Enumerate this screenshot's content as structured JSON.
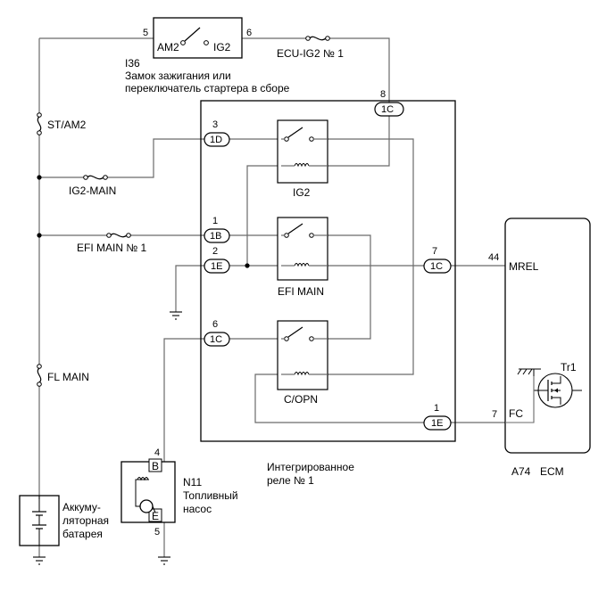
{
  "ignition_switch": {
    "ref": "I36",
    "name_line1": "Замок зажигания или",
    "name_line2": "переключатель стартера в сборе",
    "term_am2": "AM2",
    "term_ig2": "IG2",
    "pin_am2": "5",
    "pin_ig2": "6"
  },
  "fuses": {
    "st_am2": "ST/AM2",
    "ig2_main": "IG2-MAIN",
    "efi_main_1": "EFI MAIN № 1",
    "fl_main": "FL MAIN",
    "ecu_ig2_1": "ECU-IG2 № 1"
  },
  "relay_block": {
    "name_line1": "Интегрированное",
    "name_line2": "реле № 1",
    "relays": [
      "IG2",
      "EFI MAIN",
      "C/OPN"
    ],
    "connectors": [
      {
        "pin": "8",
        "code": "1C"
      },
      {
        "pin": "3",
        "code": "1D"
      },
      {
        "pin": "1",
        "code": "1B"
      },
      {
        "pin": "2",
        "code": "1E"
      },
      {
        "pin": "7",
        "code": "1C"
      },
      {
        "pin": "6",
        "code": "1C"
      },
      {
        "pin": "1",
        "code": "1E"
      }
    ]
  },
  "ecm": {
    "ref": "A74",
    "name": "ECM",
    "pin_mrel": "44",
    "term_mrel": "MREL",
    "pin_fc": "7",
    "term_fc": "FC",
    "transistor": "Tr1"
  },
  "fuel_pump": {
    "ref": "N11",
    "name_line1": "Топливный",
    "name_line2": "насос",
    "term_b": "B",
    "term_e": "E",
    "pin_b": "4",
    "pin_e": "5"
  },
  "battery": {
    "name_line1": "Аккуму-",
    "name_line2": "ляторная",
    "name_line3": "батарея"
  }
}
